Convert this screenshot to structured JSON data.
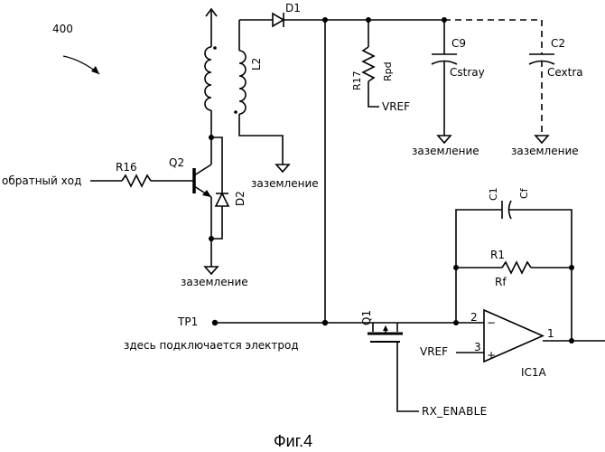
{
  "figure": {
    "ref_number": "400",
    "caption": "Фиг.4"
  },
  "labels": {
    "d1": "D1",
    "d2": "D2",
    "l2": "L2",
    "q2": "Q2",
    "r16": "R16",
    "input_flyback": "обратный ход",
    "r17": "R17",
    "rpd": "Rpd",
    "vref_top": "VREF",
    "c9": "C9",
    "cstray": "Cstray",
    "c2": "C2",
    "cextra": "Cextra",
    "ground_l2": "заземление",
    "ground_q2": "заземление",
    "ground_c9": "заземление",
    "ground_c2": "заземление",
    "c1": "C1",
    "cf": "Cf",
    "r1": "R1",
    "rf": "Rf",
    "tp1": "TP1",
    "electrode_note": "здесь подключается электрод",
    "q1": "Q1",
    "pin2": "2",
    "pin3": "3",
    "pin1": "1",
    "minus": "−",
    "plus": "+",
    "vref_opamp": "VREF",
    "ic1a": "IC1A",
    "rx_enable": "RX_ENABLE"
  }
}
